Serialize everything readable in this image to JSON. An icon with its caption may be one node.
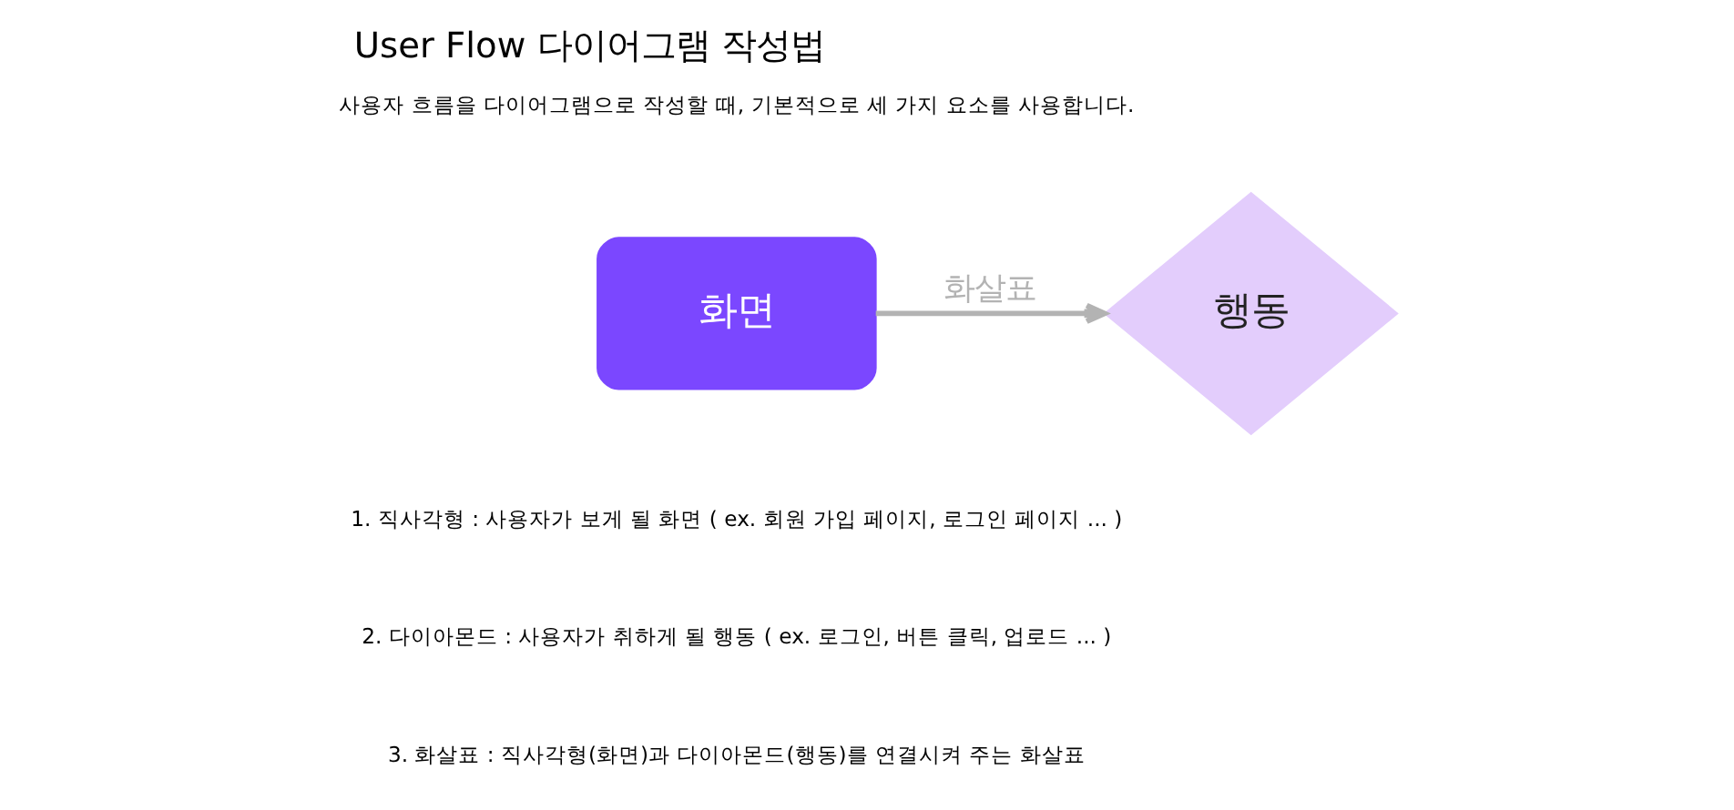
{
  "diagram": {
    "title": "User Flow 다이어그램 작성법",
    "nodes": [
      {
        "text": [
          "화면"
        ]
      },
      {
        "text": [
          "행동"
        ]
      }
    ],
    "edges": [
      {
        "from": 0,
        "to": 1,
        "arrow": "to",
        "label": "화살표"
      }
    ],
    "labels": [
      "사용자 흐름을 다이어그램으로 작성할 때, 기본적으로 세 가지 요소를 사용합니다.",
      "1. 직사각형 : 사용자가 보게 될 화면 ( ex. 회원 가입 페이지, 로그인 페이지 ... )",
      "2. 다이아몬드 : 사용자가 취하게 될 행동 ( ex. 로그인, 버튼 클릭, 업로드 ... )",
      "3. 화살표 : 직사각형(화면)과 다이아몬드(행동)를 연결시켜 주는 화살표"
    ]
  }
}
